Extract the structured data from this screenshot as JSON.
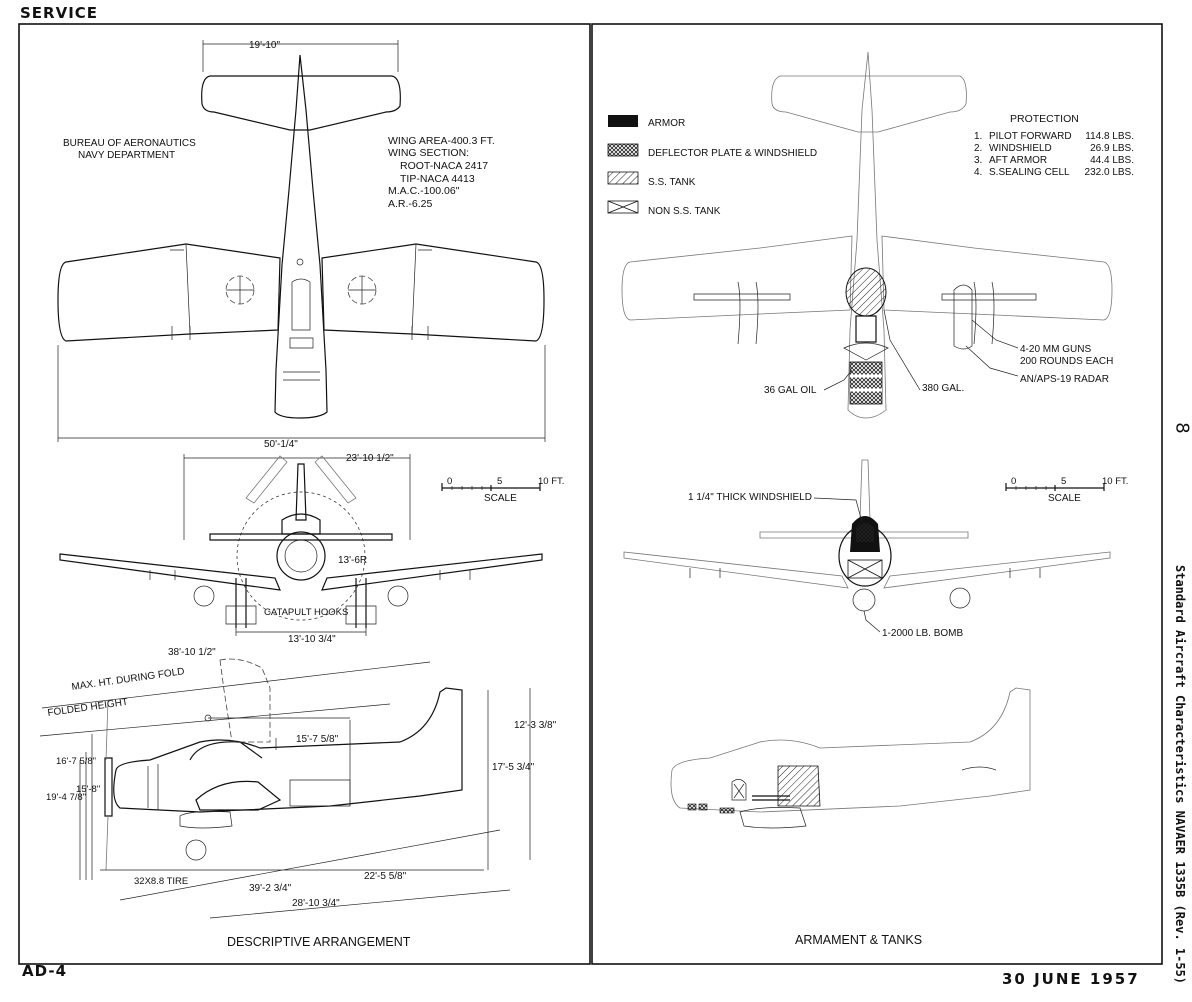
{
  "header": {
    "service": "SERVICE",
    "model": "AD-4",
    "date": "30 JUNE 1957"
  },
  "side_label": "Standard Aircraft Characteristics NAVAER 1335B (Rev. 1-55)",
  "page_mark": "8",
  "left_panel": {
    "title": "DESCRIPTIVE ARRANGEMENT",
    "bureau": [
      "BUREAU OF AERONAUTICS",
      "NAVY DEPARTMENT"
    ],
    "wing_specs": [
      "WING AREA-400.3  FT.",
      "WING SECTION:",
      "ROOT-NACA 2417",
      "TIP-NACA 4413",
      "M.A.C.-100.06\"",
      "A.R.-6.25"
    ],
    "dims": {
      "tail_span": "19'-10\"",
      "span": "50'-1/4\"",
      "folded_span": "23'-10 1/2\"",
      "prop_radius": "13'-6R",
      "catapult": "CATAPULT HOOKS",
      "tread": "13'-10 3/4\"",
      "length": "38'-10 1/2\"",
      "max_ht_fold": "MAX. HT. DURING FOLD",
      "folded_height": "FOLDED   HEIGHT",
      "h1": "15'-7 5/8\"",
      "h2": "16'-7 5/8\"",
      "h3": "19'-4 7/8\"",
      "h4": "15'-8\"",
      "h5": "17'-5 3/4\"",
      "h6": "12'-3 3/8\"",
      "tire": "32X8.8 TIRE",
      "l1": "39'-2 3/4\"",
      "l2": "22'-5 5/8\"",
      "l3": "28'-10 3/4\""
    },
    "scale": {
      "ticks": [
        "0",
        "5",
        "10 FT."
      ],
      "label": "SCALE"
    }
  },
  "right_panel": {
    "title": "ARMAMENT & TANKS",
    "legend": [
      {
        "key": "armor",
        "label": "ARMOR"
      },
      {
        "key": "deflector",
        "label": "DEFLECTOR PLATE & WINDSHIELD"
      },
      {
        "key": "ss",
        "label": "S.S. TANK"
      },
      {
        "key": "nonss",
        "label": "NON S.S. TANK"
      }
    ],
    "protection": {
      "title": "PROTECTION",
      "rows": [
        {
          "n": "1.",
          "item": "PILOT FORWARD",
          "wt": "114.8 LBS."
        },
        {
          "n": "2.",
          "item": "WINDSHIELD",
          "wt": "26.9 LBS."
        },
        {
          "n": "3.",
          "item": "AFT ARMOR",
          "wt": "44.4 LBS."
        },
        {
          "n": "4.",
          "item": "S.SEALING CELL",
          "wt": "232.0 LBS."
        }
      ]
    },
    "callouts": {
      "guns": "4-20 MM GUNS",
      "rounds": "200 ROUNDS EACH",
      "radar": "AN/APS-19  RADAR",
      "oil": "36 GAL OIL",
      "fuel": "380 GAL.",
      "windshield": "1 1/4\" THICK WINDSHIELD",
      "bomb": "1-2000 LB. BOMB"
    },
    "scale": {
      "ticks": [
        "0",
        "5",
        "10 FT."
      ],
      "label": "SCALE"
    }
  }
}
